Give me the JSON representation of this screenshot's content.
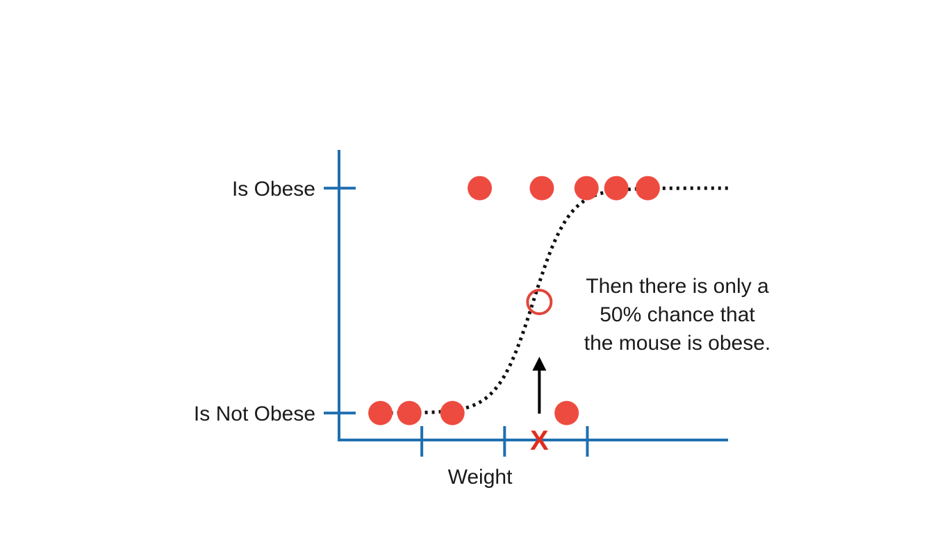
{
  "chart_data": {
    "type": "scatter",
    "xlabel": "Weight",
    "ylabel_ticks": [
      {
        "value": 0,
        "label": "Is Not Obese"
      },
      {
        "value": 1,
        "label": "Is Obese"
      }
    ],
    "xlim": [
      0,
      4.7
    ],
    "ylim": [
      -0.12,
      1.17
    ],
    "x_ticks": [
      1,
      2,
      3
    ],
    "series": [
      {
        "points": [
          {
            "x": 0.5,
            "y": 0
          },
          {
            "x": 0.85,
            "y": 0
          },
          {
            "x": 1.37,
            "y": 0
          },
          {
            "x": 2.75,
            "y": 0
          },
          {
            "x": 1.7,
            "y": 1
          },
          {
            "x": 2.45,
            "y": 1
          },
          {
            "x": 2.99,
            "y": 1
          },
          {
            "x": 3.35,
            "y": 1
          },
          {
            "x": 3.73,
            "y": 1
          }
        ],
        "color": "#ee4b40"
      }
    ],
    "curve": {
      "type": "logistic",
      "midpoint": 2.35,
      "steepness": 4.6,
      "x_range": [
        0.45,
        4.7
      ],
      "style": "dotted",
      "color": "#111111"
    },
    "highlight": {
      "x": 2.42,
      "y": 0.5,
      "marker": "open-circle",
      "color": "#e0463c"
    },
    "new_sample": {
      "x": 2.42,
      "marker": "X",
      "color": "#e02d20"
    },
    "annotation": {
      "lines": [
        "Then there is only a",
        "50% chance that",
        "the mouse is obese."
      ],
      "x": 4.1,
      "y": 0.55
    },
    "axis_color": "#1f6fb0",
    "grid": false,
    "legend": "none"
  }
}
